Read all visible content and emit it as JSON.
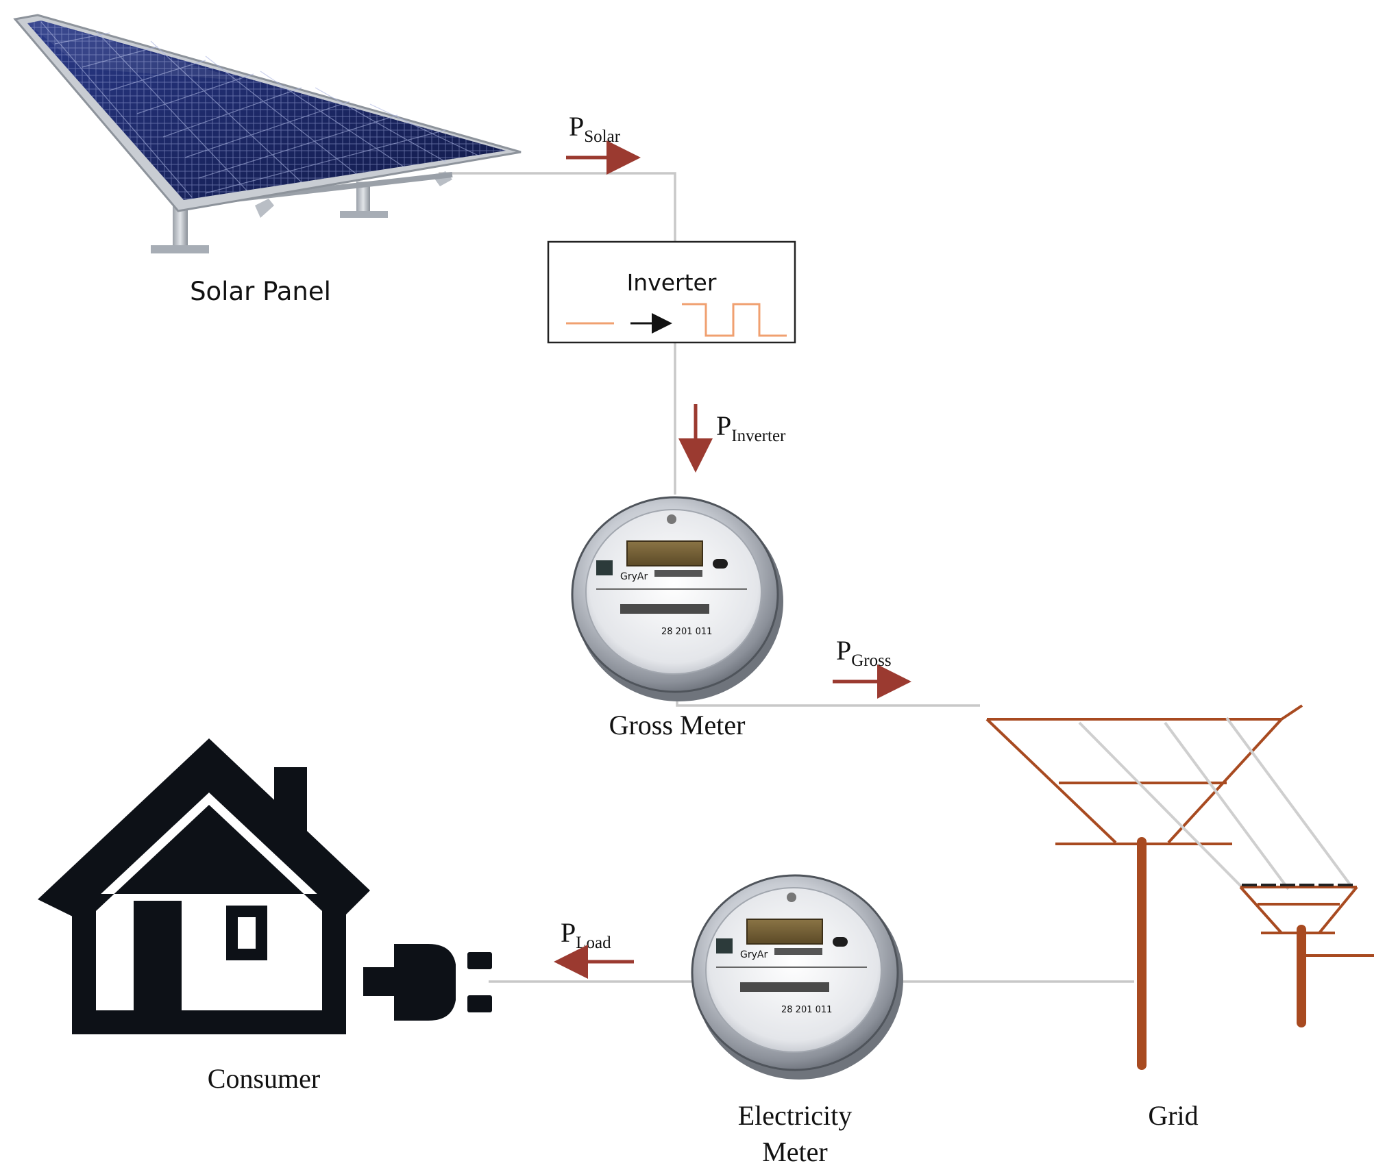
{
  "labels": {
    "solar_panel": "Solar Panel",
    "inverter": "Inverter",
    "gross_meter": "Gross Meter",
    "consumer": "Consumer",
    "electricity_meter_line1": "Electricity",
    "electricity_meter_line2": "Meter",
    "grid": "Grid"
  },
  "flows": {
    "solar": {
      "main": "P",
      "sub": "Solar"
    },
    "inverter": {
      "main": "P",
      "sub": "Inverter"
    },
    "gross": {
      "main": "P",
      "sub": "Gross"
    },
    "load": {
      "main": "P",
      "sub": "Load"
    }
  },
  "meter_text": {
    "brand": "GryAr",
    "serial": "28 201 011"
  },
  "colors": {
    "wire": "#c8c8c8",
    "flow_arrow": "#9b3a30",
    "inverter_wave": "#f0a070",
    "pole": "#a84a20",
    "house": "#0d1117",
    "panel_cell": "#1c2a6b",
    "panel_frame": "#c9cdd3"
  }
}
